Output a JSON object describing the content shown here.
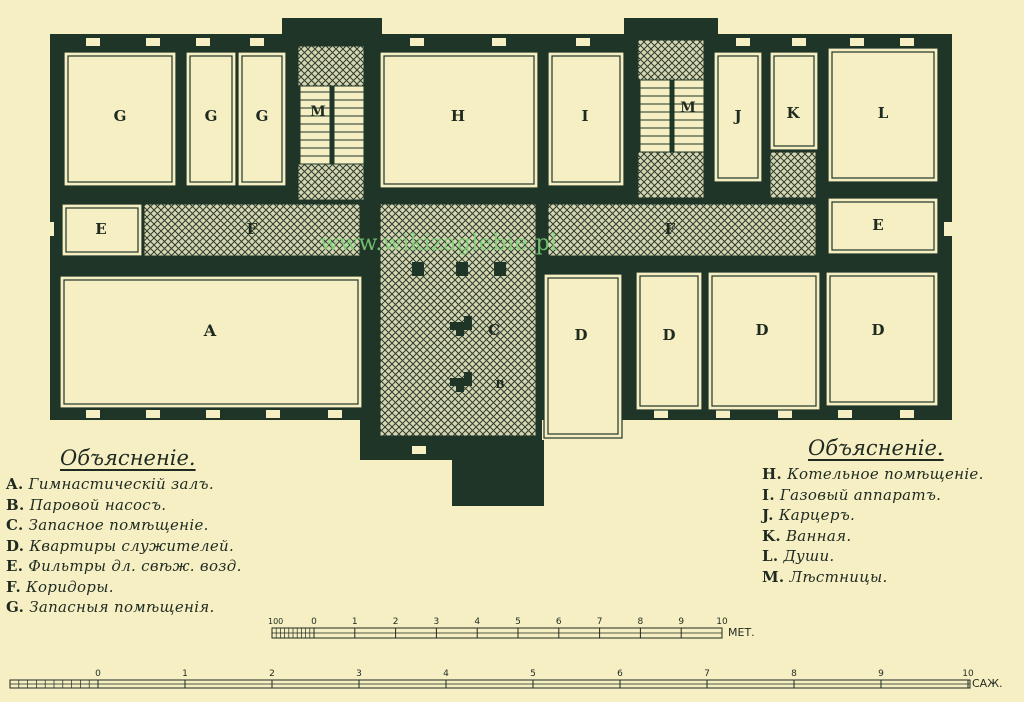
{
  "watermark": "www.wikizaglebie.pl",
  "rooms": {
    "A": "A",
    "B": "B",
    "C": "C",
    "D": "D",
    "E": "E",
    "F": "F",
    "G": "G",
    "H": "H",
    "I": "I",
    "J": "J",
    "K": "K",
    "L": "L",
    "M": "M"
  },
  "legend_left": {
    "title": "Объясненіе.",
    "items": [
      {
        "key": "A.",
        "text": "Гимнастическій залъ."
      },
      {
        "key": "B.",
        "text": "Паровой насосъ."
      },
      {
        "key": "C.",
        "text": "Запасное помѣщеніе."
      },
      {
        "key": "D.",
        "text": "Квартиры служителей."
      },
      {
        "key": "E.",
        "text": "Фильтры дл. свѣж. возд."
      },
      {
        "key": "F.",
        "text": "Коридоры."
      },
      {
        "key": "G.",
        "text": "Запасныя помѣщенія."
      }
    ]
  },
  "legend_right": {
    "title": "Объясненіе.",
    "items": [
      {
        "key": "H.",
        "text": "Котельное помѣщеніе."
      },
      {
        "key": "I.",
        "text": "Газовый аппаратъ."
      },
      {
        "key": "J.",
        "text": "Карцеръ."
      },
      {
        "key": "K.",
        "text": "Ванная."
      },
      {
        "key": "L.",
        "text": "Души."
      },
      {
        "key": "M.",
        "text": "Лѣстницы."
      }
    ]
  },
  "scale_meters": {
    "unit": "МЕТ.",
    "subdivision_label": "100",
    "ticks": [
      "0",
      "1",
      "2",
      "3",
      "4",
      "5",
      "6",
      "7",
      "8",
      "9",
      "10"
    ]
  },
  "scale_sazhen": {
    "unit": "САЖ.",
    "ticks": [
      "0",
      "1",
      "2",
      "3",
      "4",
      "5",
      "6",
      "7",
      "8",
      "9",
      "10"
    ]
  },
  "colors": {
    "paper": "#f6efc4",
    "wall": "#1f3527",
    "hatch": "#2a3d30",
    "ink": "#1e2a20",
    "watermark": "#7fd67a"
  }
}
